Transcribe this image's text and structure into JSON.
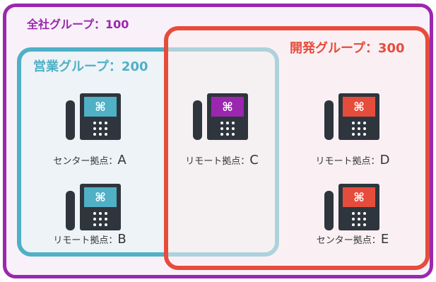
{
  "groups": {
    "all": {
      "label": "全社グループ：100",
      "color": "#9b27af"
    },
    "sales": {
      "label": "営業グループ：200",
      "color": "#4fb0c6"
    },
    "dev": {
      "label": "開発グループ：300",
      "color": "#e64c3c"
    }
  },
  "phones": [
    {
      "site": "センター拠点：",
      "letter": "A",
      "screen_color": "#4fb0c6",
      "icon": "command-icon"
    },
    {
      "site": "リモート拠点：",
      "letter": "B",
      "screen_color": "#4fb0c6",
      "icon": "command-icon"
    },
    {
      "site": "リモート拠点：",
      "letter": "C",
      "screen_color": "#9b27af",
      "icon": "command-icon"
    },
    {
      "site": "リモート拠点：",
      "letter": "D",
      "screen_color": "#e64c3c",
      "icon": "command-icon"
    },
    {
      "site": "センター拠点：",
      "letter": "E",
      "screen_color": "#e64c3c",
      "icon": "command-icon"
    }
  ]
}
